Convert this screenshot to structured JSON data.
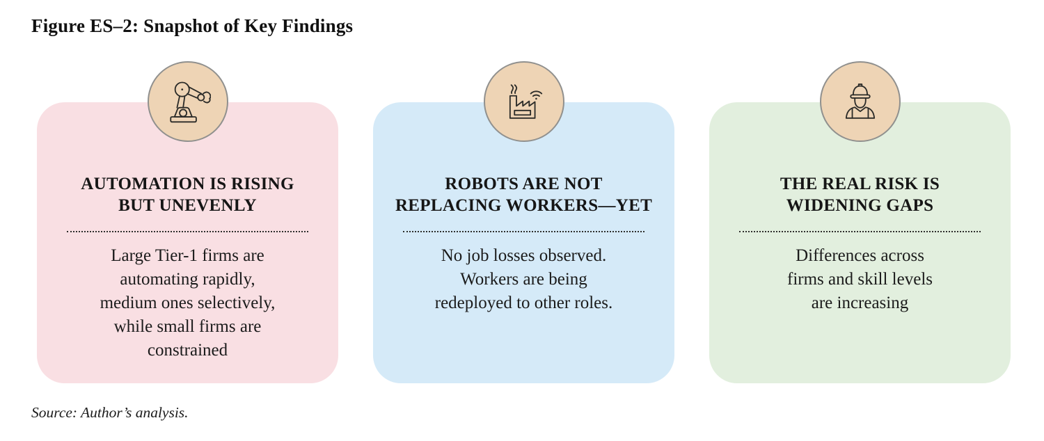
{
  "figure": {
    "title": "Figure ES–2: Snapshot of Key Findings",
    "source": "Source: Author’s analysis."
  },
  "colors": {
    "card_pink": "#f9dfe3",
    "card_blue": "#d5eaf8",
    "card_green": "#e2efde",
    "icon_circle_bg": "#eed4b5",
    "icon_circle_border": "#90908e",
    "text": "#1b1b1b"
  },
  "cards": [
    {
      "icon": "robot-arm-icon",
      "bg": "#f9dfe3",
      "heading_lines": [
        "AUTOMATION IS RISING",
        "BUT UNEVENLY"
      ],
      "body_lines": [
        "Large Tier-1 firms are",
        "automating rapidly,",
        "medium ones selectively,",
        "while small firms are",
        "constrained"
      ]
    },
    {
      "icon": "smart-factory-icon",
      "bg": "#d5eaf8",
      "heading_lines": [
        "ROBOTS ARE NOT",
        "REPLACING WORKERS—YET"
      ],
      "body_lines": [
        "No job losses observed.",
        "Workers are being",
        "redeployed to other roles."
      ]
    },
    {
      "icon": "worker-icon",
      "bg": "#e2efde",
      "heading_lines": [
        "THE REAL RISK IS",
        "WIDENING GAPS"
      ],
      "body_lines": [
        "Differences across",
        "firms and skill levels",
        "are increasing"
      ]
    }
  ]
}
